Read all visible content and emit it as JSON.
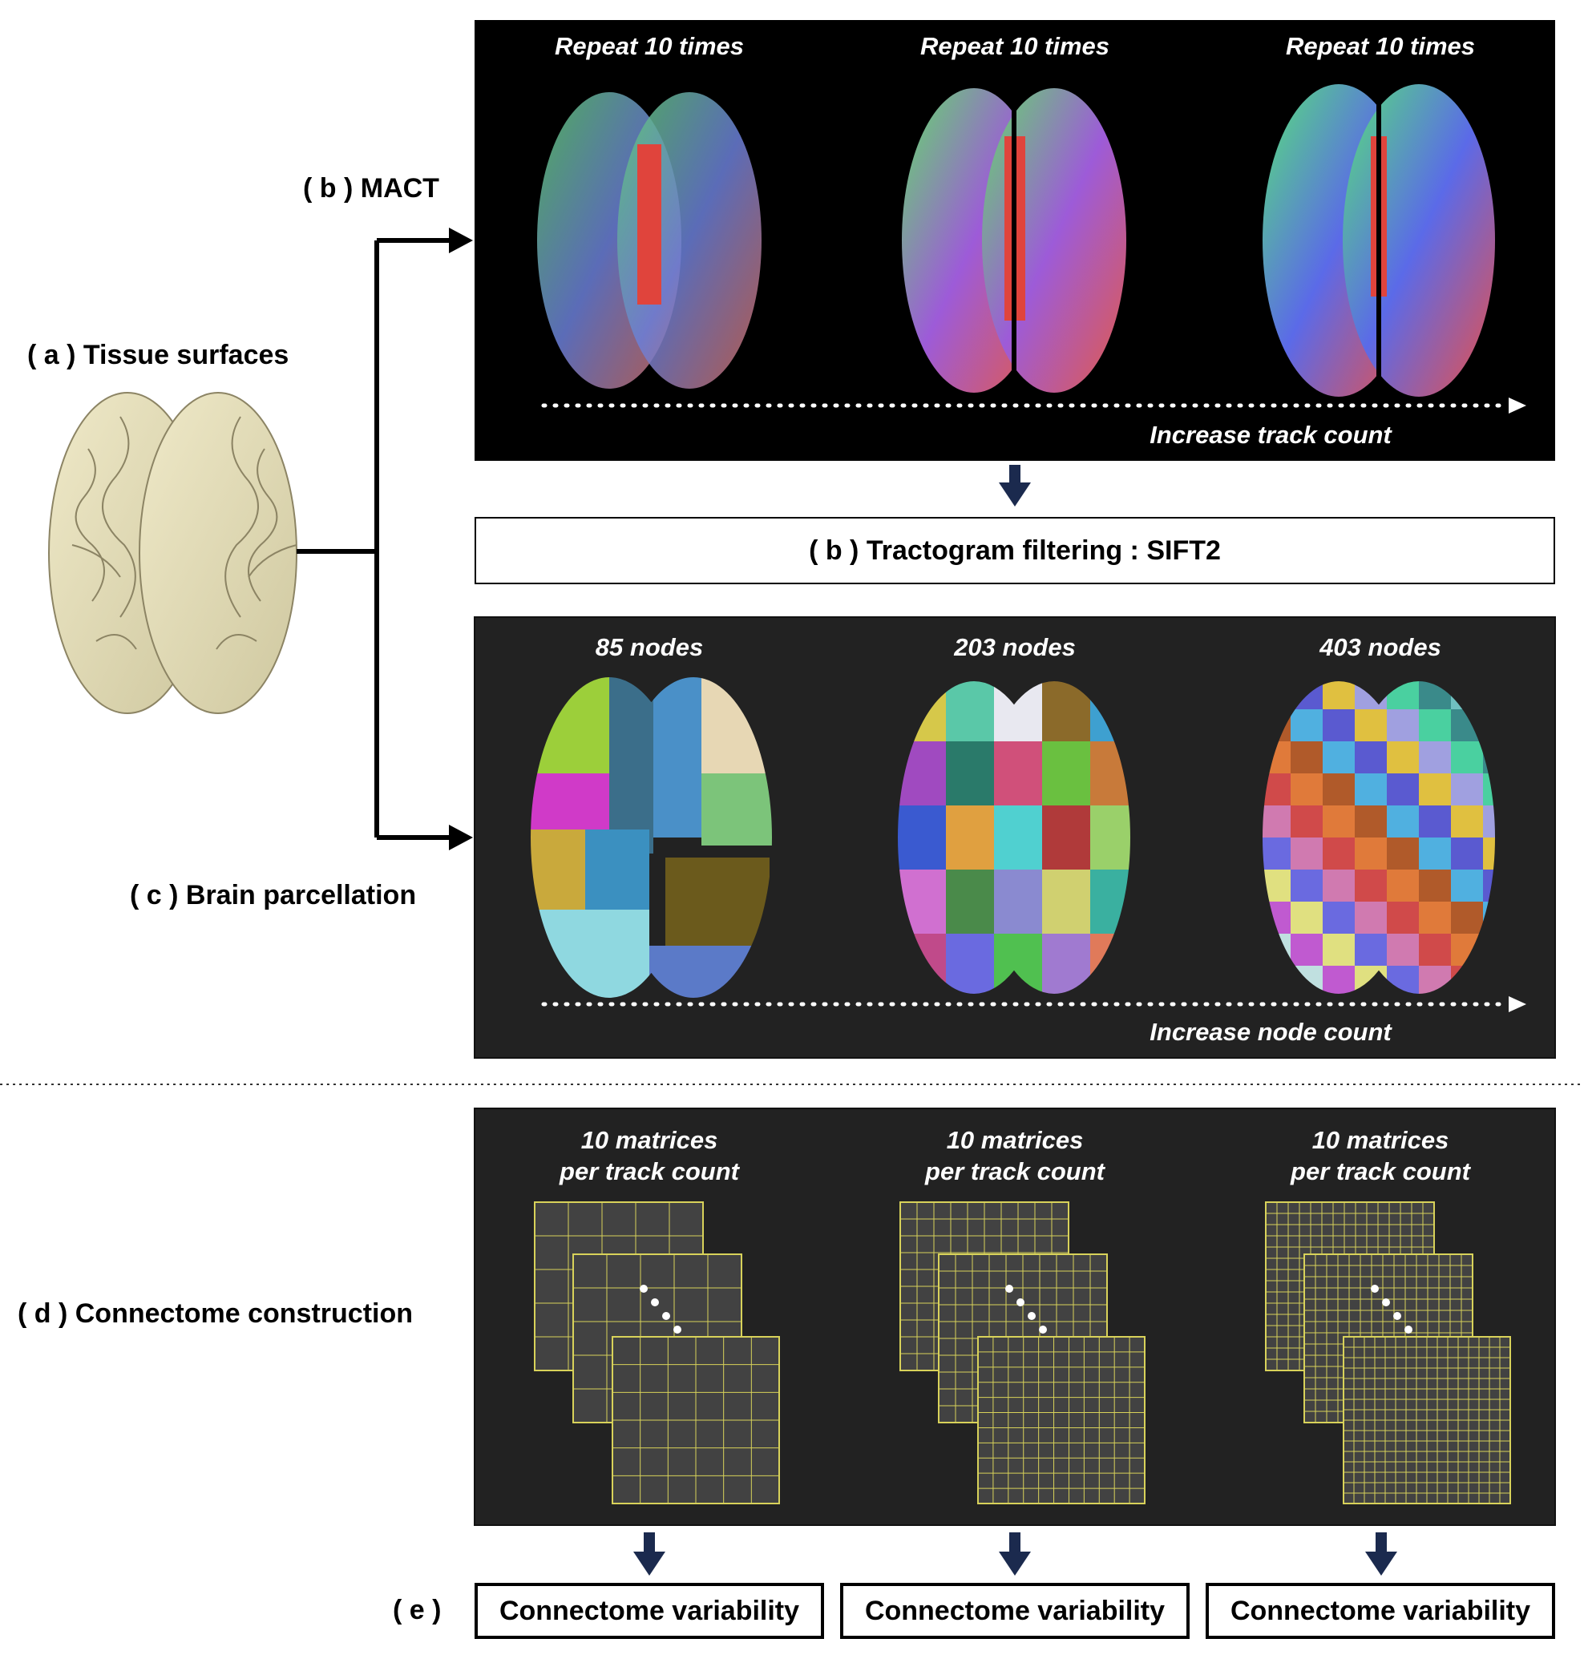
{
  "labels": {
    "a": "( a ) Tissue surfaces",
    "b_mact": "( b ) MACT",
    "b_filter": "( b ) Tractogram filtering : SIFT2",
    "c": "( c ) Brain parcellation",
    "d": "( d ) Connectome construction",
    "e": "( e )"
  },
  "mact_columns": [
    {
      "caption": "Repeat 10 times"
    },
    {
      "caption": "Repeat 10 times"
    },
    {
      "caption": "Repeat 10 times"
    }
  ],
  "mact_axis": "Increase track count",
  "parcellation_columns": [
    {
      "caption": "85 nodes"
    },
    {
      "caption": "203 nodes"
    },
    {
      "caption": "403 nodes"
    }
  ],
  "parcellation_axis": "Increase node count",
  "connectome_columns": [
    {
      "line1": "10 matrices",
      "line2": "per track count"
    },
    {
      "line1": "10 matrices",
      "line2": "per track count"
    },
    {
      "line1": "10 matrices",
      "line2": "per track count"
    }
  ],
  "results": [
    {
      "label": "Connectome variability"
    },
    {
      "label": "Connectome variability"
    },
    {
      "label": "Connectome variability"
    }
  ],
  "colors": {
    "arrow_down": "#1b2a4e",
    "grid_line": "#d8d25a",
    "grid_fill": "#424242",
    "panel_dark": "#222222",
    "tissue": "#e8e2bf"
  }
}
